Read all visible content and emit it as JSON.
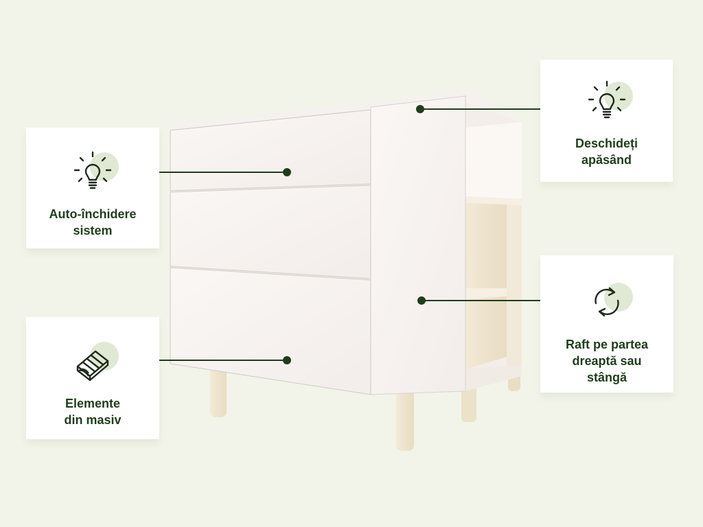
{
  "features": {
    "auto_close": {
      "label": "Auto-închidere\nsistem",
      "icon": "lightbulb-icon"
    },
    "solid_wood": {
      "label": "Elemente\ndin masiv",
      "icon": "wood-log-icon"
    },
    "push_open": {
      "label": "Deschideți\napăsând",
      "icon": "lightbulb-icon"
    },
    "shelf_side": {
      "label": "Raft pe partea\ndreaptă sau\nstângă",
      "icon": "rotate-arrows-icon"
    }
  },
  "colors": {
    "background": "#f2f4e9",
    "card": "#ffffff",
    "text": "#1f3d1c",
    "accent_blob": "#dfe9d3",
    "connector": "#1f3d1c",
    "furniture_white": "#f7f3f0",
    "wood": "#efe4cd"
  }
}
